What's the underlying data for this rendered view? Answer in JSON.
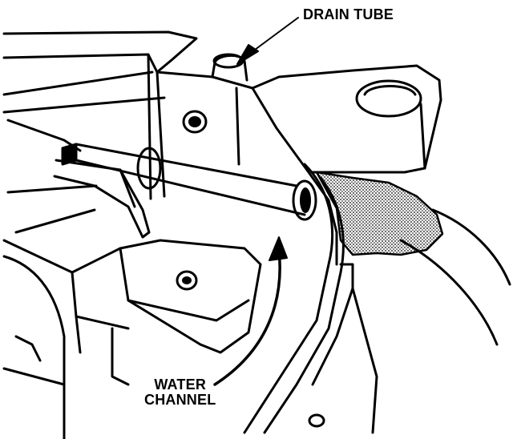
{
  "callouts": {
    "drain_tube": "DRAIN TUBE",
    "water_channel_line1": "WATER",
    "water_channel_line2": "CHANNEL"
  },
  "colors": {
    "ink": "#000000",
    "paper": "#ffffff",
    "sealant_stipple": "#8a8a8a"
  }
}
